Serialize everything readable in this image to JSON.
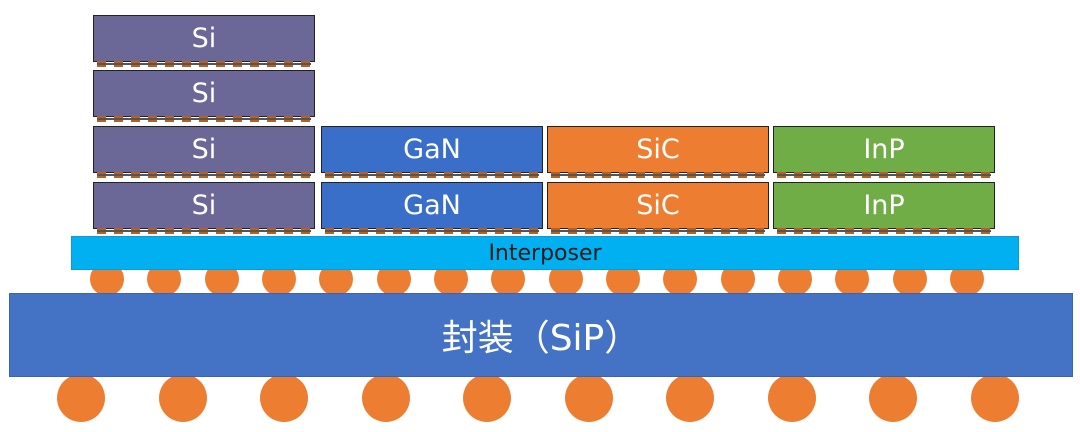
{
  "colors": {
    "si": "#6b6797",
    "gan": "#3a6fc9",
    "sic": "#ed7d31",
    "inp": "#70ad47",
    "interposer": "#00b0f0",
    "package": "#4472c4",
    "ball": "#ed7d31"
  },
  "columns": [
    {
      "material": "si",
      "label": "Si",
      "layers": [
        "Si",
        "Si",
        "Si",
        "Si"
      ]
    },
    {
      "material": "gan",
      "label": "GaN",
      "layers": [
        "GaN",
        "GaN"
      ]
    },
    {
      "material": "sic",
      "label": "SiC",
      "layers": [
        "SiC",
        "SiC"
      ]
    },
    {
      "material": "inp",
      "label": "InP",
      "layers": [
        "InP",
        "InP"
      ]
    }
  ],
  "interposer": {
    "label": "Interposer"
  },
  "package": {
    "label": "封装（SiP）"
  },
  "interposer_bump_count": 16,
  "package_ball_count": 10
}
